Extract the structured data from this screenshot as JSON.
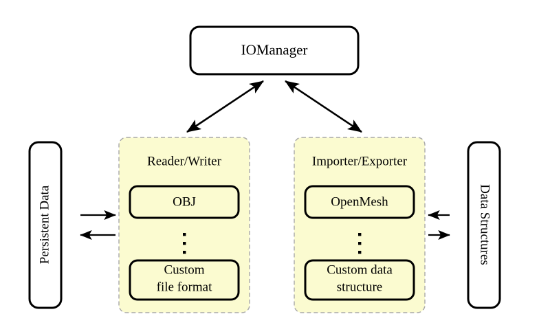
{
  "diagram": {
    "title_node": {
      "label": "IOManager"
    },
    "panels": [
      {
        "id": "reader-writer",
        "title": "Reader/Writer",
        "fill_color": "#fbfbd0",
        "border_color": "#a8a8a8",
        "items": [
          {
            "label": "OBJ",
            "lines": [
              "OBJ"
            ]
          },
          {
            "label": "ellipsis",
            "lines": [
              "⋮"
            ]
          },
          {
            "label": "Custom file format",
            "lines": [
              "Custom",
              "file format"
            ]
          }
        ]
      },
      {
        "id": "importer-exporter",
        "title": "Importer/Exporter",
        "fill_color": "#fbfbd0",
        "border_color": "#a8a8a8",
        "items": [
          {
            "label": "OpenMesh",
            "lines": [
              "OpenMesh"
            ]
          },
          {
            "label": "ellipsis",
            "lines": [
              "⋮"
            ]
          },
          {
            "label": "Custom data structure",
            "lines": [
              "Custom data",
              "structure"
            ]
          }
        ]
      }
    ],
    "side_nodes": [
      {
        "id": "persistent-data",
        "label": "Persistent Data",
        "rotation": -90
      },
      {
        "id": "data-structures",
        "label": "Data Structures",
        "rotation": 90
      }
    ],
    "edges": [
      {
        "id": "iomanager-readerwriter",
        "from": "IOManager",
        "to": "Reader/Writer",
        "style": "double-arrow"
      },
      {
        "id": "iomanager-importerexporter",
        "from": "IOManager",
        "to": "Importer/Exporter",
        "style": "double-arrow"
      },
      {
        "id": "persistentdata-to-readerwriter",
        "from": "Persistent Data",
        "to": "Reader/Writer",
        "style": "arrow-right"
      },
      {
        "id": "readerwriter-to-persistentdata",
        "from": "Reader/Writer",
        "to": "Persistent Data",
        "style": "arrow-left"
      },
      {
        "id": "datastructures-to-importerexporter",
        "from": "Data Structures",
        "to": "Importer/Exporter",
        "style": "arrow-left"
      },
      {
        "id": "importerexporter-to-datastructures",
        "from": "Importer/Exporter",
        "to": "Data Structures",
        "style": "arrow-right"
      }
    ]
  }
}
